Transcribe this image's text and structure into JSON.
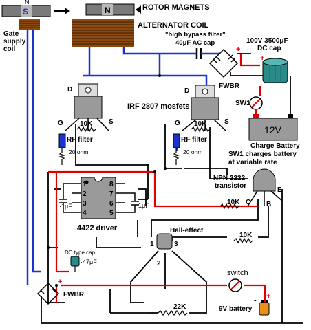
{
  "labels": {
    "magnet_n": "N",
    "magnet_s": "S",
    "rotor_magnets": "ROTOR MAGNETS",
    "alternator_coil": "ALTERNATOR COIL",
    "gate_supply_line1": "Gate",
    "gate_supply_line2": "supply",
    "gate_supply_line3": "coil",
    "high_bypass_line1": "\"high bypass filter\"",
    "high_bypass_line2": "40μF AC cap",
    "dc_cap_line1": "100V 3500μF",
    "dc_cap_line2": "DC cap",
    "fwbr_top": "FWBR",
    "fwbr_bottom": "FWBR",
    "sw1": "SW1",
    "mosfets": "IRF 2807 mosfets",
    "drain": "D",
    "gate": "G",
    "source": "S",
    "r10k": "10K",
    "rf_filter": "RF filter",
    "r20ohm": "20 ohm",
    "battery_12v": "12V",
    "charge_battery": "Charge Battery",
    "sw1_note_line1": "SW1 charges battery",
    "sw1_note_line2": "at variable rate",
    "npn_line1": "NPN 2222",
    "npn_line2": "transistor",
    "pin_c": "C",
    "pin_e": "E",
    "pin_b": "B",
    "cap_1uf_left": "·1μF",
    "cap_1uf_right": "·1μF",
    "driver": "4422 driver",
    "hall_effect": "Hall-effect",
    "dc_type_cap": "DC type cap",
    "cap_47uf": "·47μF",
    "switch": "switch",
    "r22k": "22K",
    "battery_9v": "9V battery",
    "pins": [
      "1",
      "2",
      "3",
      "4",
      "8",
      "7",
      "6",
      "5"
    ],
    "hall_pins": [
      "1",
      "2",
      "3"
    ]
  },
  "colors": {
    "wire_black": "#000000",
    "wire_red": "#e00000",
    "wire_blue": "#1a33cc",
    "coil_brown": "#8a4a10",
    "magnet_gray": "#7a7a7a",
    "battery_gray": "#9a9a9a",
    "cap_teal": "#2a8a88",
    "battery_orange": "#e8901c"
  }
}
